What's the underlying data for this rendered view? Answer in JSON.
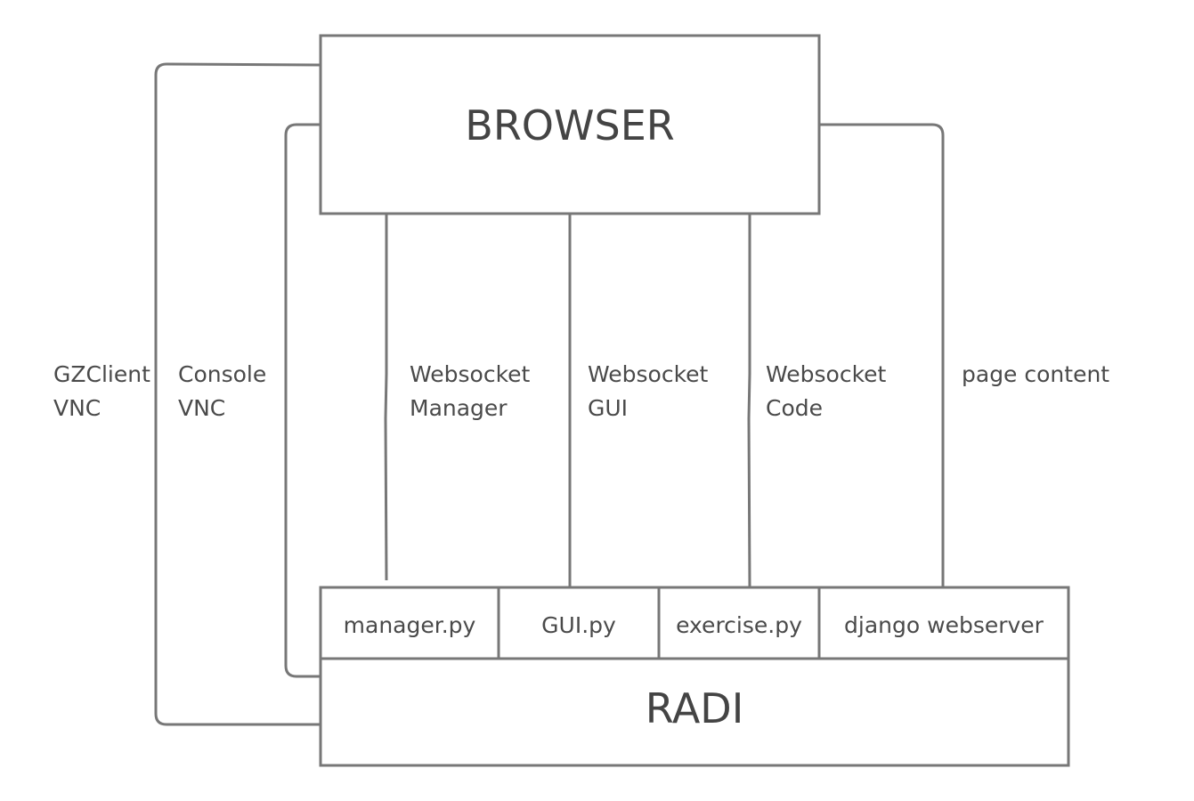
{
  "browser": {
    "title": "BROWSER"
  },
  "radi": {
    "title": "RADI",
    "modules": [
      "manager.py",
      "GUI.py",
      "exercise.py",
      "django webserver"
    ]
  },
  "connections": [
    {
      "line1": "GZClient",
      "line2": "VNC"
    },
    {
      "line1": "Console",
      "line2": "VNC"
    },
    {
      "line1": "Websocket",
      "line2": "Manager"
    },
    {
      "line1": "Websocket",
      "line2": "GUI"
    },
    {
      "line1": "Websocket",
      "line2": "Code"
    },
    {
      "line1": "page content",
      "line2": ""
    }
  ],
  "colors": {
    "stroke": "#777777",
    "text": "#444444",
    "background": "#ffffff"
  }
}
